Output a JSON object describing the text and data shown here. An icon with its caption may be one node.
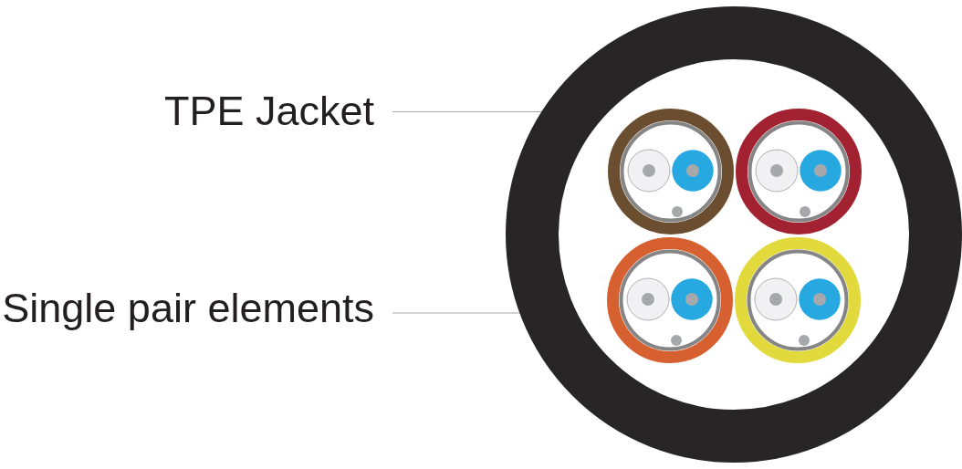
{
  "diagram": {
    "nodes": [
      {
        "text": [
          "TPE Jacket"
        ]
      },
      {
        "text": [
          "Single pair elements"
        ]
      },
      {
        "text": [],
        "shape": "circle"
      },
      {
        "text": [],
        "shape": "circle",
        "in": 2
      }
    ],
    "edges": [
      {
        "from": 0,
        "to": 2,
        "arrow": "none"
      },
      {
        "from": 1,
        "to": 3,
        "arrow": "none"
      }
    ]
  }
}
